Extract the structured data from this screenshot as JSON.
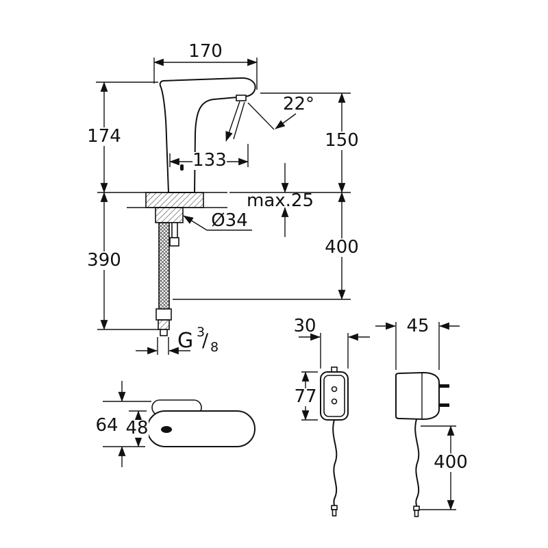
{
  "side_view": {
    "spout_length": "170",
    "height_above_deck": "174",
    "stream_angle": "22°",
    "spout_reach": "133",
    "outlet_height": "150",
    "deck_thickness": "max.25",
    "hole_diameter": "Ø34",
    "supply_height": "400",
    "below_deck_height": "390",
    "thread": {
      "letter": "G",
      "numerator": "3",
      "slash": "/",
      "denominator": "8"
    }
  },
  "top_view": {
    "total_depth": "64",
    "body_depth": "48"
  },
  "control_unit": {
    "width": "30",
    "height": "77"
  },
  "power_supply": {
    "width": "45",
    "cable_length": "400"
  }
}
